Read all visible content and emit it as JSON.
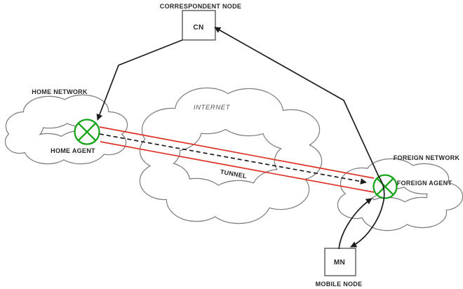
{
  "diagram": {
    "labels": {
      "correspondent_node": "CORRESPONDENT NODE",
      "cn": "CN",
      "home_network": "HOME NETWORK",
      "home_agent": "HOME AGENT",
      "internet": "INTERNET",
      "tunnel": "TUNNEL",
      "foreign_network": "FOREIGN NETWORK",
      "foreign_agent": "FOREIGN AGENT",
      "mn": "MN",
      "mobile_node": "MOBILE NODE"
    },
    "colors": {
      "agent_green": "#17a317",
      "tunnel_red": "#e03127",
      "line_black": "#1c1c1c",
      "cloud_gray": "#7e7e7e",
      "box_border": "#4a4a4a",
      "text_dark": "#262626",
      "internet_text_gray": "#555555",
      "background": "#ffffff"
    }
  }
}
